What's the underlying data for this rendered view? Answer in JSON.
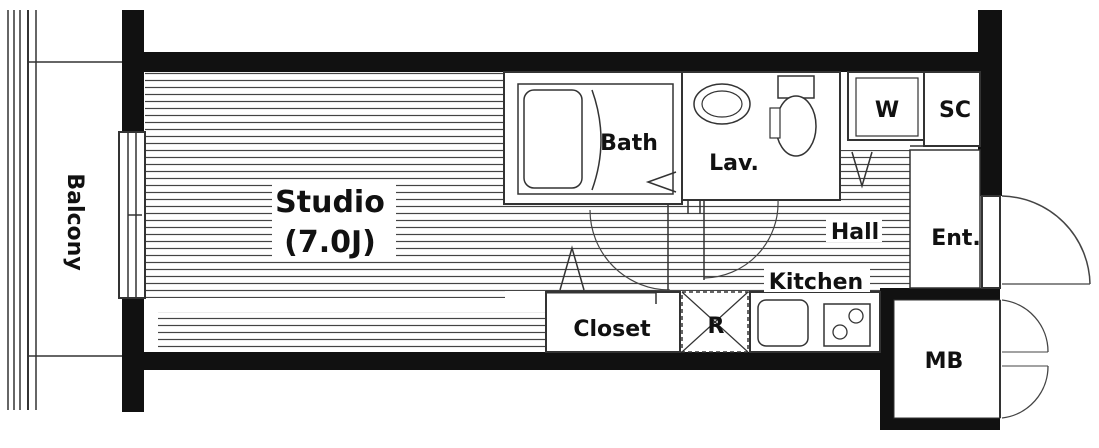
{
  "rooms": {
    "studio": "Studio",
    "studio_size": "(7.0J)",
    "bath": "Bath",
    "lavatory": "Lav.",
    "washer": "W",
    "shoe_closet": "SC",
    "hall": "Hall",
    "entrance": "Ent.",
    "kitchen": "Kitchen",
    "closet": "Closet",
    "refrigerator": "R",
    "meter_box": "MB",
    "balcony": "Balcony"
  },
  "colors": {
    "wall": "#111111",
    "line": "#333333",
    "background": "#ffffff"
  }
}
